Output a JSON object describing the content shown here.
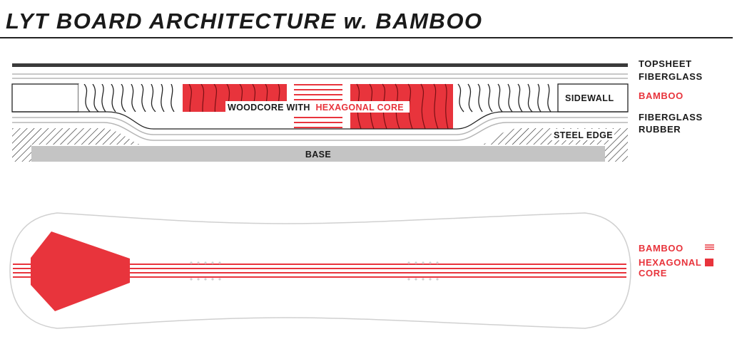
{
  "title": "LYT BOARD ARCHITECTURE w. BAMBOO",
  "colors": {
    "accent": "#e8343c",
    "dark": "#1a1a1a",
    "base_gray": "#c4c4c4",
    "rule_gray": "#b5b5b5"
  },
  "cross_section": {
    "labels": {
      "sidewall": "SIDEWALL",
      "woodcore_prefix": "WOODCORE WITH",
      "woodcore_highlight": "HEXAGONAL CORE",
      "steel_edge": "STEEL EDGE",
      "base": "BASE"
    },
    "legend": {
      "topsheet": "TOPSHEET",
      "fiberglass_top": "FIBERGLASS",
      "bamboo": "BAMBOO",
      "fiberglass_bottom": "FIBERGLASS",
      "rubber": "RUBBER"
    }
  },
  "top_view": {
    "legend": {
      "bamboo": "BAMBOO",
      "hexagonal_line1": "HEXAGONAL",
      "hexagonal_line2": "CORE"
    }
  }
}
